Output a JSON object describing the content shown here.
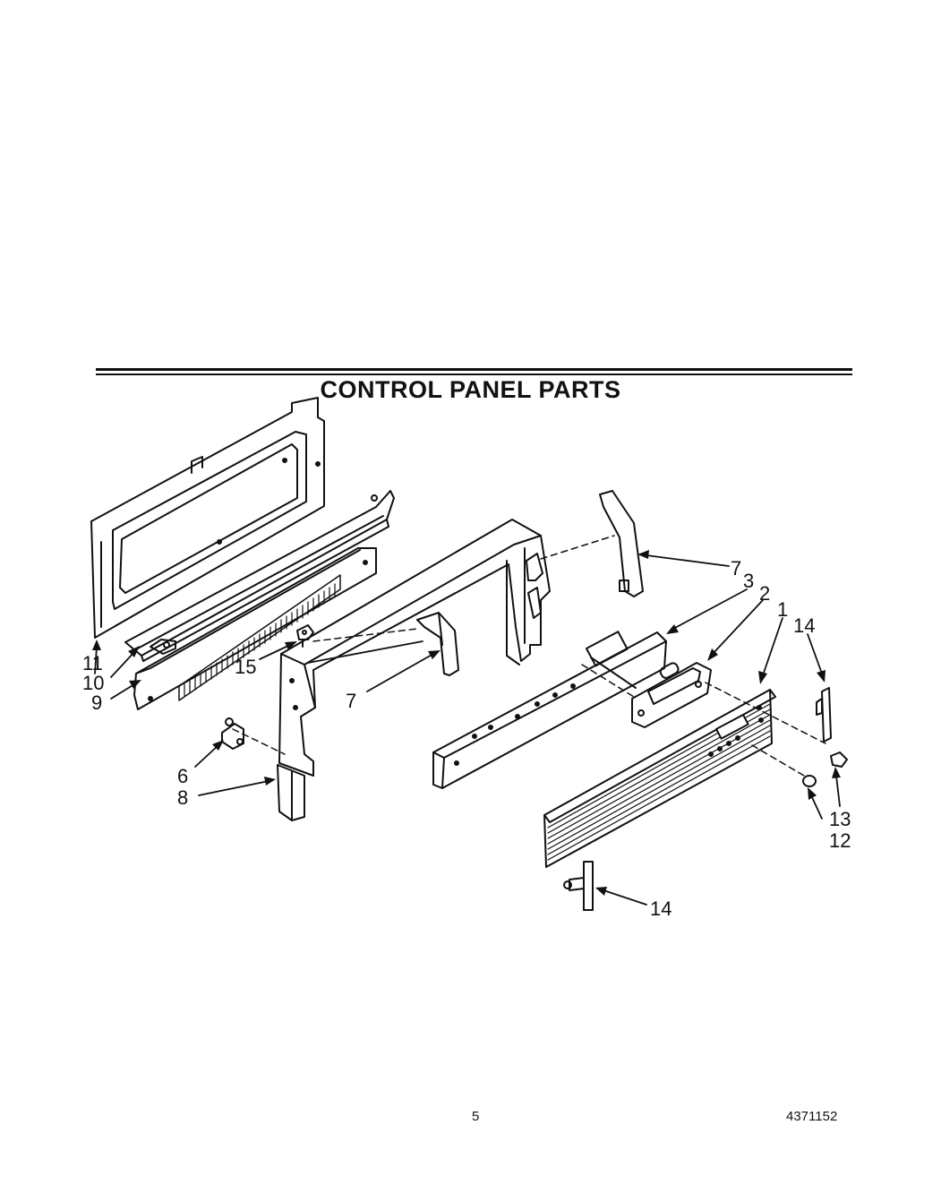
{
  "title": "CONTROL PANEL PARTS",
  "callouts": {
    "c1": "1",
    "c2": "2",
    "c3": "3",
    "c6": "6",
    "c7a": "7",
    "c7b": "7",
    "c8": "8",
    "c9": "9",
    "c10": "10",
    "c11": "11",
    "c12": "12",
    "c13": "13",
    "c14a": "14",
    "c14b": "14",
    "c15": "15"
  },
  "footer": {
    "page_number": "5",
    "doc_number": "4371152"
  }
}
